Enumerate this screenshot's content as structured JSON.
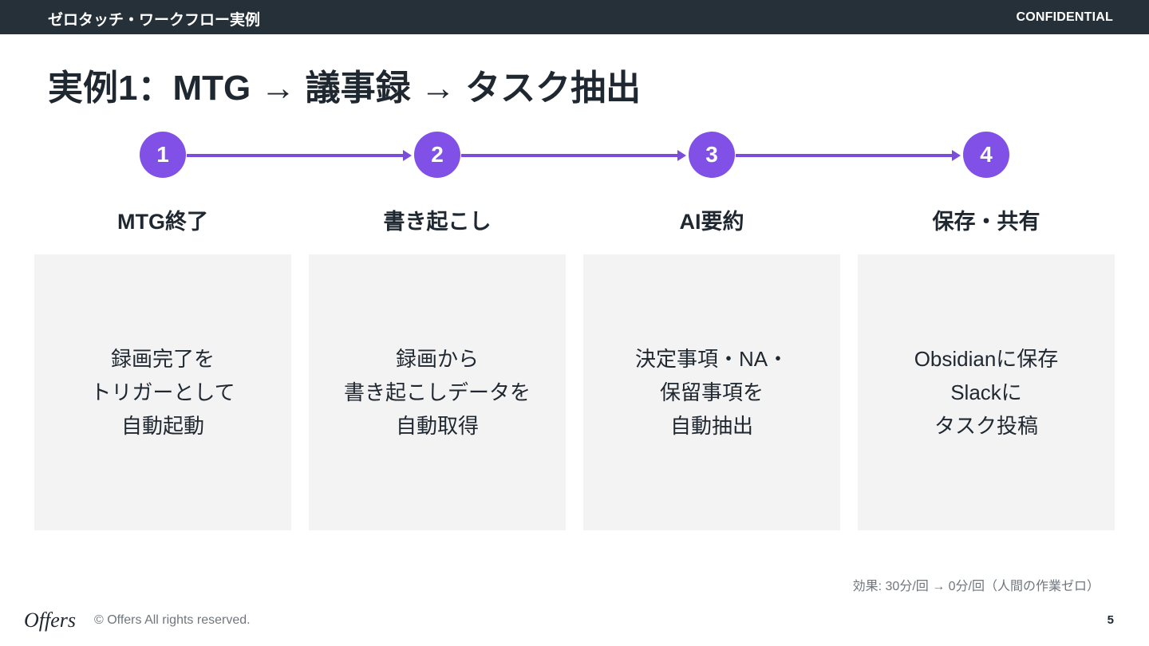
{
  "header": {
    "section_title": "ゼロタッチ・ワークフロー実例",
    "confidentiality": "CONFIDENTIAL"
  },
  "slide": {
    "title": "実例1：MTG → 議事録 → タスク抽出"
  },
  "steps": [
    {
      "number": "1",
      "label": "MTG終了",
      "lines": [
        "録画完了を",
        "トリガーとして",
        "自動起動"
      ]
    },
    {
      "number": "2",
      "label": "書き起こし",
      "lines": [
        "録画から",
        "書き起こしデータを",
        "自動取得"
      ]
    },
    {
      "number": "3",
      "label": "AI要約",
      "lines": [
        "決定事項・NA・",
        "保留事項を",
        "自動抽出"
      ]
    },
    {
      "number": "4",
      "label": "保存・共有",
      "lines": [
        "Obsidianに保存",
        "Slackに",
        "タスク投稿"
      ]
    }
  ],
  "effect_note": "効果: 30分/回 → 0分/回（人間の作業ゼロ）",
  "footer": {
    "logo_text": "Offers",
    "copyright": "© Offers All rights reserved.",
    "page_number": "5"
  },
  "colors": {
    "accent": "#8150e6",
    "header_bg": "#263038",
    "card_bg": "#f3f3f3"
  }
}
